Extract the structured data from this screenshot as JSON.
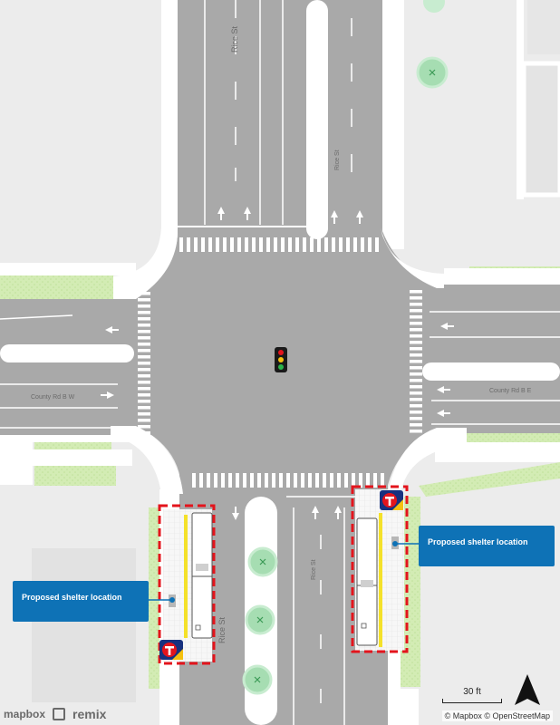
{
  "streets": {
    "north_left": "Rice St",
    "north_right": "Rice St",
    "south_left": "Rice St",
    "south_right": "Rice St",
    "west": "County Rd B W",
    "east": "County Rd B E"
  },
  "callouts": {
    "left": "Proposed shelter location",
    "right": "Proposed shelter location"
  },
  "scale": {
    "label": "30 ft"
  },
  "attribution": "© Mapbox © OpenStreetMap",
  "brand": {
    "mapbox": "mapbox",
    "remix": "remix"
  },
  "icons": {
    "north_arrow": "north-arrow-icon",
    "traffic_signal": "traffic-signal-icon",
    "transit_stop": "metro-transit-icon",
    "tree": "tree-icon"
  },
  "colors": {
    "road": "#a9a9a9",
    "sidewalk": "#ffffff",
    "ground": "#ececec",
    "grass": "#d3ecb4",
    "shelter_border": "#e3141c",
    "curb_yellow": "#f4e12a",
    "callout": "#0e72b6",
    "transit_blue": "#17317f",
    "transit_red": "#e3141c"
  }
}
